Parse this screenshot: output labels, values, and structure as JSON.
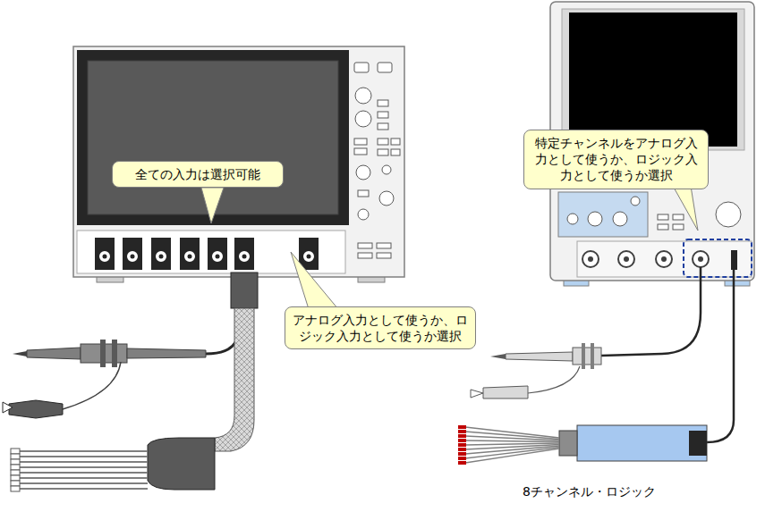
{
  "diagram": {
    "nodes": [
      {
        "text": [
          "全ての入力は選択可能"
        ]
      },
      {
        "text": [
          "アナログ入力として使うか、ロジック入力として使うか選択"
        ]
      },
      {
        "text": [
          "特定チャンネルをアナログ入力として使うか、ロジック入力として使うか選択"
        ]
      }
    ],
    "labels": [
      "8チャンネル・ロジック"
    ]
  }
}
